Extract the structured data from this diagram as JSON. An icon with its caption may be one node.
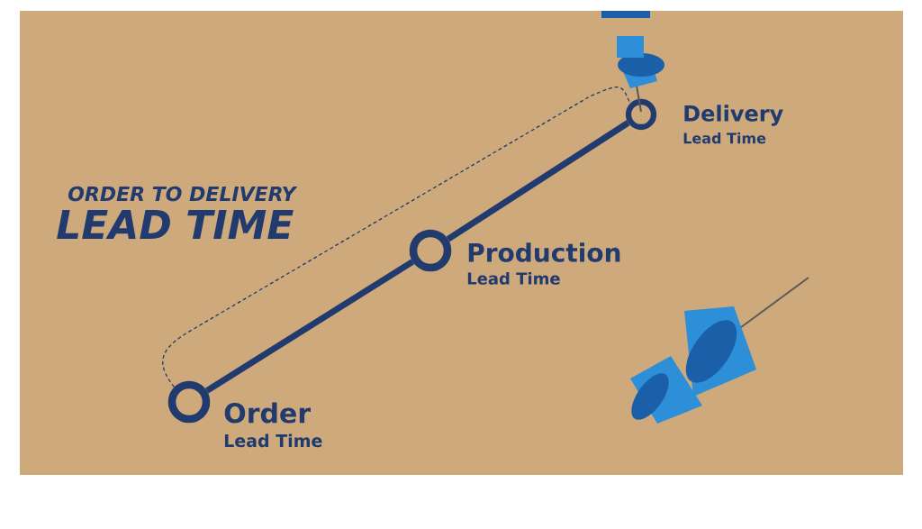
{
  "diagram": {
    "nodes": [
      {
        "text": [],
        "shape": "circle",
        "beside": [
          "Order",
          "Lead Time"
        ]
      },
      {
        "text": [],
        "shape": "circle",
        "beside": [
          "Production",
          "Lead Time"
        ]
      },
      {
        "text": [],
        "shape": "circle",
        "beside": [
          "Delivery",
          "Lead Time"
        ]
      }
    ],
    "edges": [
      {
        "from": 0,
        "to": 1,
        "arrow": "none"
      },
      {
        "from": 1,
        "to": 2,
        "arrow": "none"
      },
      {
        "from": 0,
        "to": 2,
        "arrow": "none",
        "style": "dashed"
      }
    ],
    "labels": [
      "ORDER TO DELIVERY",
      "LEAD TIME"
    ]
  }
}
